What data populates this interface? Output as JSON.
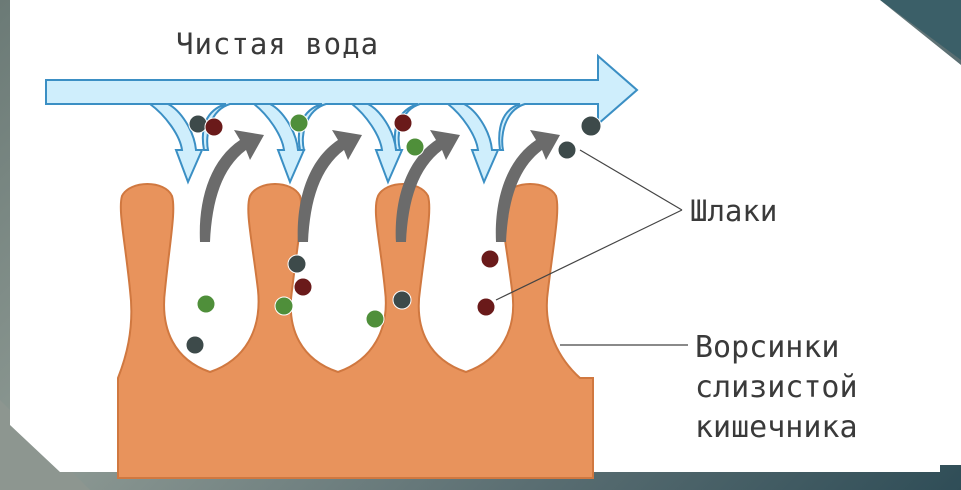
{
  "diagram": {
    "title": "Чистая вода",
    "toxins_label": "Шлаки",
    "villi_label_lines": [
      "Ворсинки",
      "слизистой",
      "кишечника"
    ]
  },
  "colors": {
    "water_arrow_fill": "#cfeefc",
    "water_arrow_stroke": "#3b8fc4",
    "villi_fill": "#e8935c",
    "villi_stroke": "#c96a34",
    "dark_arrow": "#6b6b6b",
    "particle_gray": "#3d4a4a",
    "particle_red": "#6a1a1a",
    "particle_green": "#4f8f3a"
  }
}
